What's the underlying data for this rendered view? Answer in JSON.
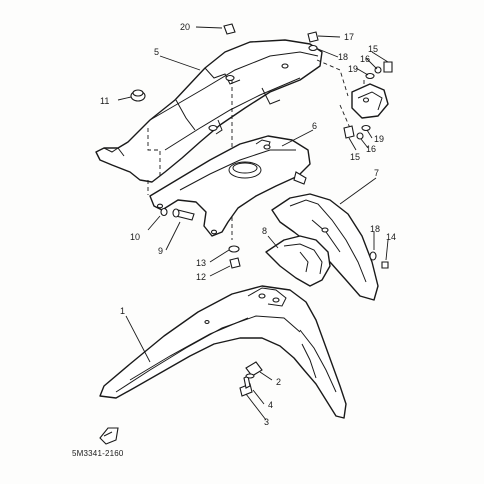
{
  "diagram": {
    "reference_code": "5M3341-2160",
    "callouts": {
      "c1": "1",
      "c2": "2",
      "c3": "3",
      "c4": "4",
      "c5": "5",
      "c6": "6",
      "c7": "7",
      "c8": "8",
      "c9": "9",
      "c10": "10",
      "c11": "11",
      "c12": "12",
      "c13": "13",
      "c14": "14",
      "c15a": "15",
      "c15b": "15",
      "c16a": "16",
      "c16b": "16",
      "c17": "17",
      "c18a": "18",
      "c18b": "18",
      "c19a": "19",
      "c19b": "19",
      "c20": "20"
    },
    "colors": {
      "line": "#1a1a1a",
      "paper": "#fdfdfc"
    }
  }
}
